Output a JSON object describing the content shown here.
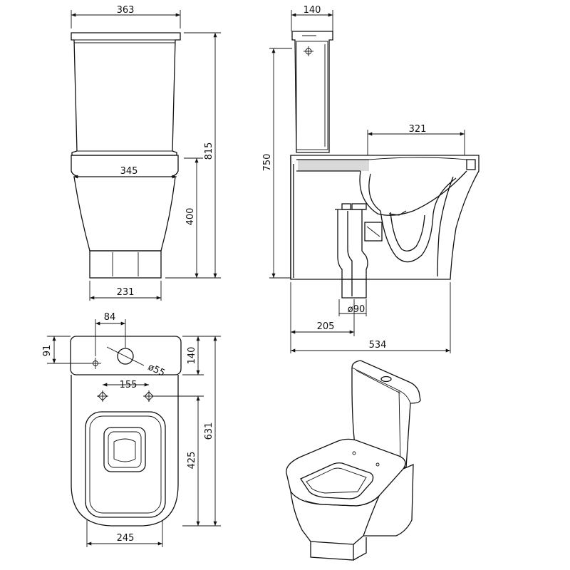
{
  "views": {
    "front": {
      "dims": {
        "top_width": "363",
        "total_height": "815",
        "seat_width": "345",
        "bowl_height": "400",
        "base_width": "231"
      }
    },
    "side": {
      "dims": {
        "tank_depth": "140",
        "height": "750",
        "bowl_depth": "321",
        "outlet_diameter": "ø90",
        "outlet_offset": "205",
        "total_depth": "534"
      }
    },
    "plan": {
      "dims": {
        "hole_offset_x": "84",
        "hole_offset_y": "91",
        "button_hole": "ø55",
        "tank_depth": "140",
        "fixing_spacing": "155",
        "bowl_length": "425",
        "total_length": "631",
        "base_width": "245"
      }
    }
  }
}
